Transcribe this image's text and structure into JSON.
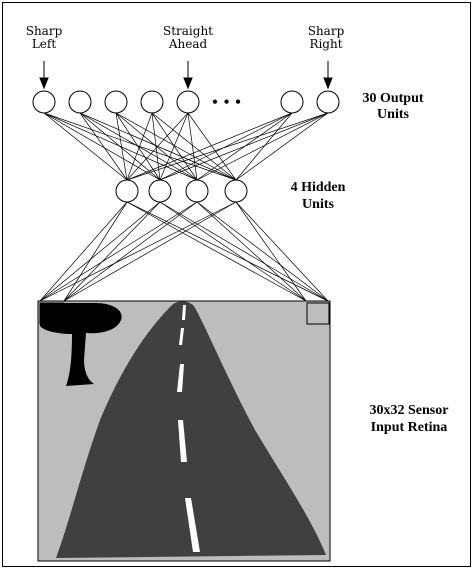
{
  "diagram": {
    "steering_labels": [
      {
        "line1": "Sharp",
        "line2": "Left"
      },
      {
        "line1": "Straight",
        "line2": "Ahead"
      },
      {
        "line1": "Sharp",
        "line2": "Right"
      }
    ],
    "output_label": {
      "line1": "30 Output",
      "line2": "Units"
    },
    "hidden_label": {
      "line1": "4 Hidden",
      "line2": "Units"
    },
    "input_label": {
      "line1": "30x32 Sensor",
      "line2": "Input Retina"
    },
    "ellipsis": "• • •"
  },
  "colors": {
    "road": "#404040",
    "retina_background": "#bdbdbd",
    "tree": "#000000",
    "lane_marking": "#ffffff",
    "line": "#000000"
  }
}
